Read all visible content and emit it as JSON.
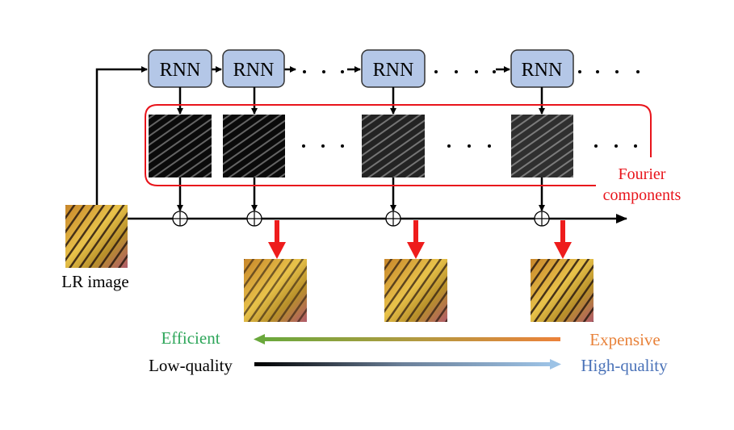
{
  "rnn_label": "RNN",
  "rnn_count": 4,
  "input_label": "LR image",
  "fourier_label_line1": "Fourier",
  "fourier_label_line2": "components",
  "efficient_label": "Efficient",
  "expensive_label": "Expensive",
  "low_quality_label": "Low-quality",
  "high_quality_label": "High-quality",
  "colors": {
    "rnn_fill": "#b4c7e7",
    "fourier_box": "#e8141b",
    "red_arrow": "#ee1c1c",
    "efficient": "#2ea65a",
    "expensive": "#e8823a",
    "high_quality": "#4a72b8",
    "low_quality": "#000000"
  }
}
